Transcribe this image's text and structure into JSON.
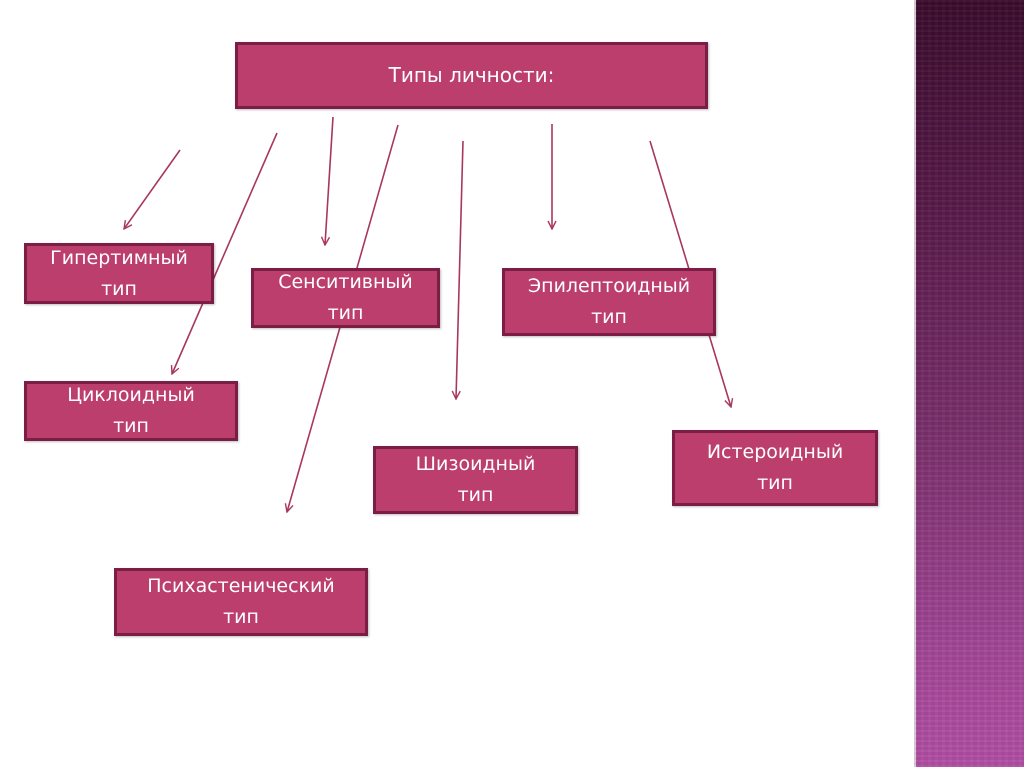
{
  "diagram": {
    "title": "Типы личности:",
    "types": [
      {
        "id": "hyperthymic",
        "label": "Гипертимный\nтип"
      },
      {
        "id": "sensitive",
        "label": "Сенситивный\nтип"
      },
      {
        "id": "epileptoid",
        "label": "Эпилептоидный\nтип"
      },
      {
        "id": "cycloid",
        "label": "Циклоидный\nтип"
      },
      {
        "id": "schizoid",
        "label": "Шизоидный\nтип"
      },
      {
        "id": "hysteroid",
        "label": "Истероидный\nтип"
      },
      {
        "id": "psychasthenic",
        "label": "Психастенический\nтип"
      }
    ]
  },
  "colors": {
    "box_fill": "#bb3e6c",
    "box_border": "#7a1e45",
    "arrow": "#a8375f",
    "text": "#ffffff"
  }
}
